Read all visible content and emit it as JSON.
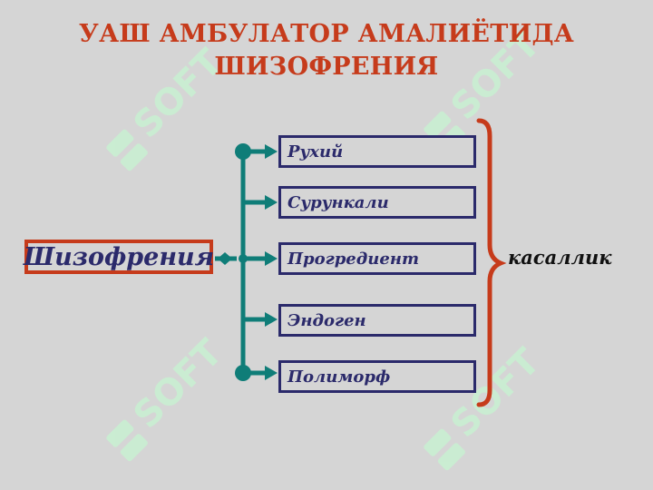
{
  "title": {
    "line1": "УАШ АМБУЛАТОР АМАЛИЁТИДА",
    "line2": "ШИЗОФРЕНИЯ"
  },
  "main_node": "Шизофрения",
  "items": [
    {
      "label": "Рухий"
    },
    {
      "label": "Сурункали"
    },
    {
      "label": "Прогредиент"
    },
    {
      "label": "Эндоген"
    },
    {
      "label": "Полиморф"
    }
  ],
  "brace_label": "касаллик",
  "colors": {
    "background": "#d5d5d5",
    "title": "#c63b1b",
    "box_text": "#2b2a6b",
    "connector": "#0f7d78",
    "brace": "#c63b1b",
    "watermark": "#c9efd2"
  },
  "watermark_text": "SOFT"
}
